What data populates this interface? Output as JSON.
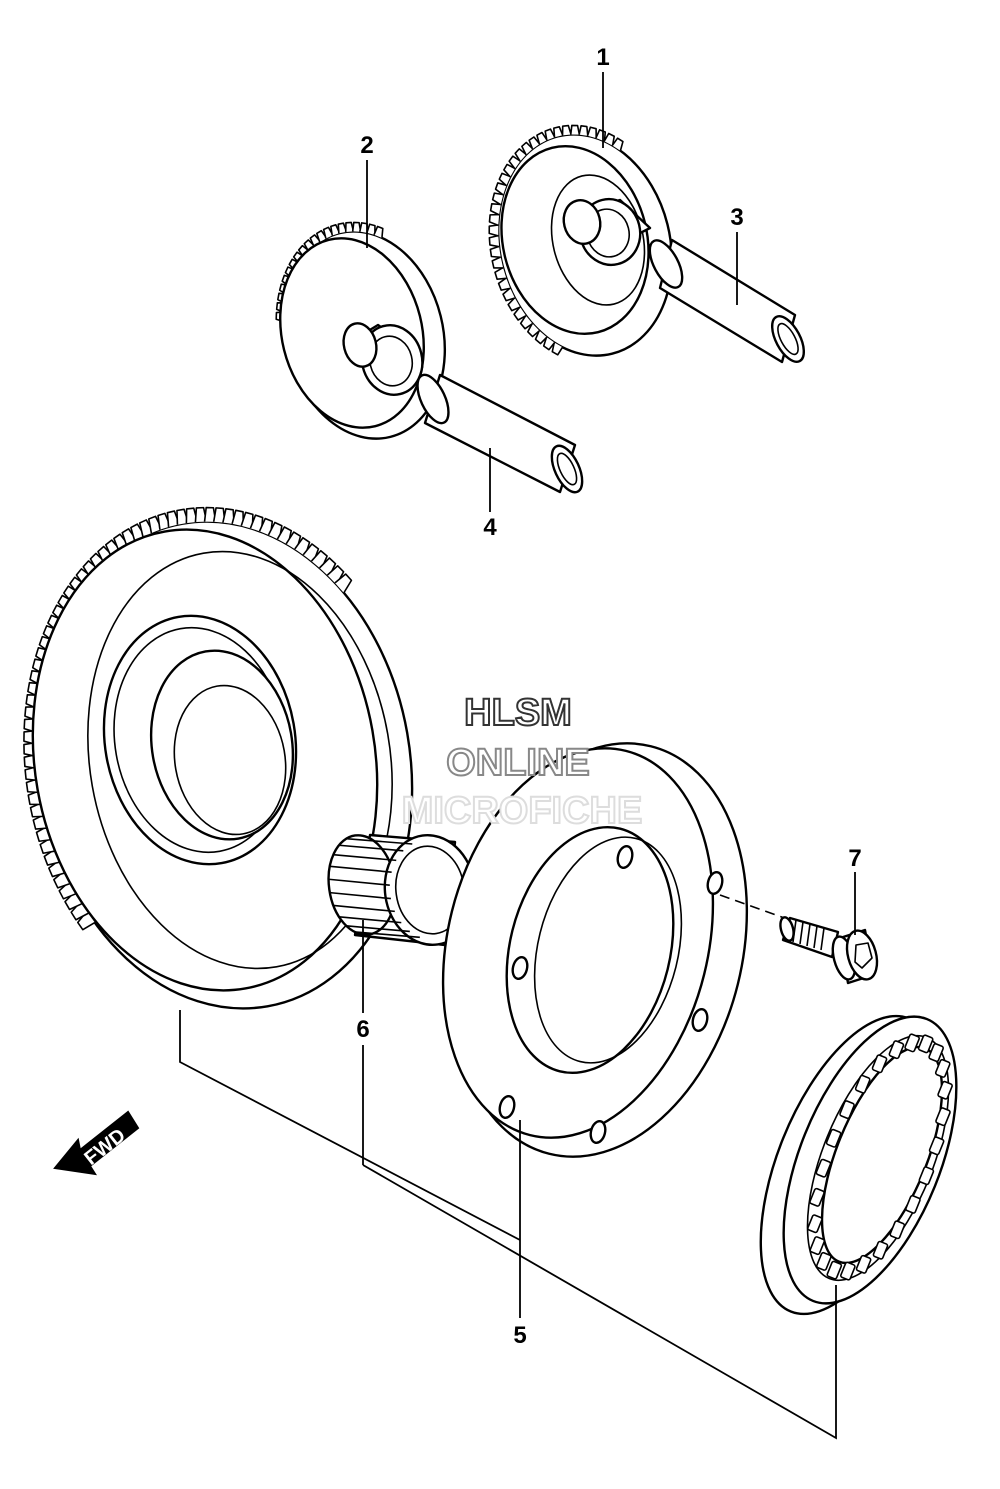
{
  "callouts": {
    "c1": "1",
    "c2": "2",
    "c3": "3",
    "c4": "4",
    "c5": "5",
    "c6": "6",
    "c7": "7"
  },
  "watermark": {
    "line1": "HLSM",
    "line2": "ONLINE",
    "line3": "MICROFICHE",
    "color_dark": "#333333",
    "color_mid": "#888888",
    "color_light": "#dddddd"
  },
  "fwd_label": "FWD"
}
